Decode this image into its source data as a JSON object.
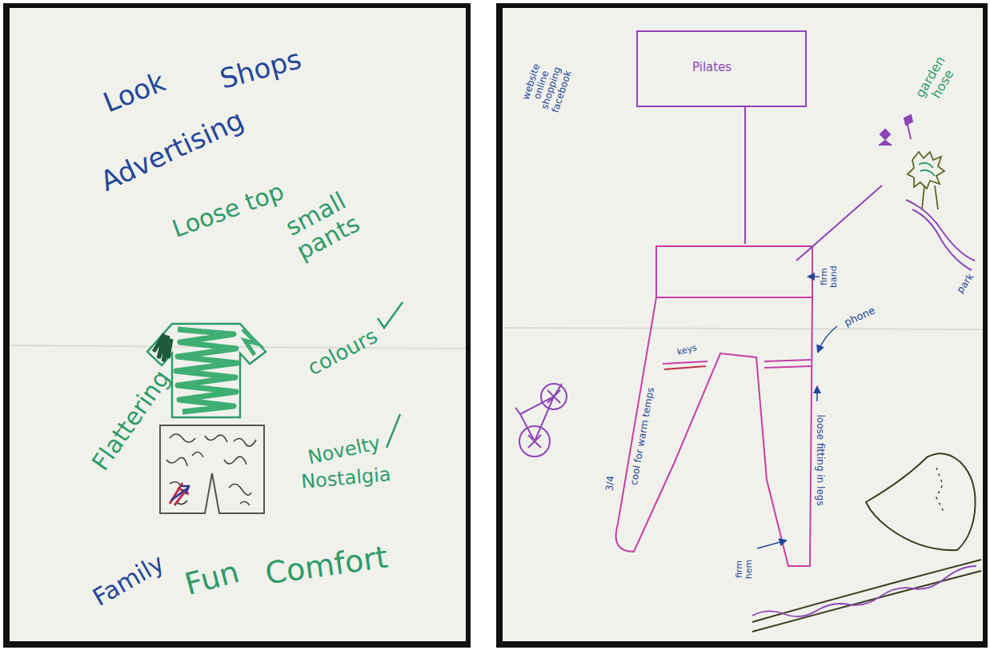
{
  "diagram": {
    "nodes": [
      {
        "text": [
          "Pilates"
        ]
      }
    ],
    "labels": [
      "Look",
      "Shops",
      "Advertising",
      "Loose top",
      "small pants",
      "colours",
      "Flattering",
      "Novelty",
      "Nostalgia",
      "Family",
      "Fun",
      "Comfort",
      "website online shopping facebook",
      "garden hose",
      "park",
      "firm band",
      "phone",
      "keys",
      "cool for warm temps",
      "loose fitting in legs",
      "3/4",
      "firm hem"
    ]
  }
}
